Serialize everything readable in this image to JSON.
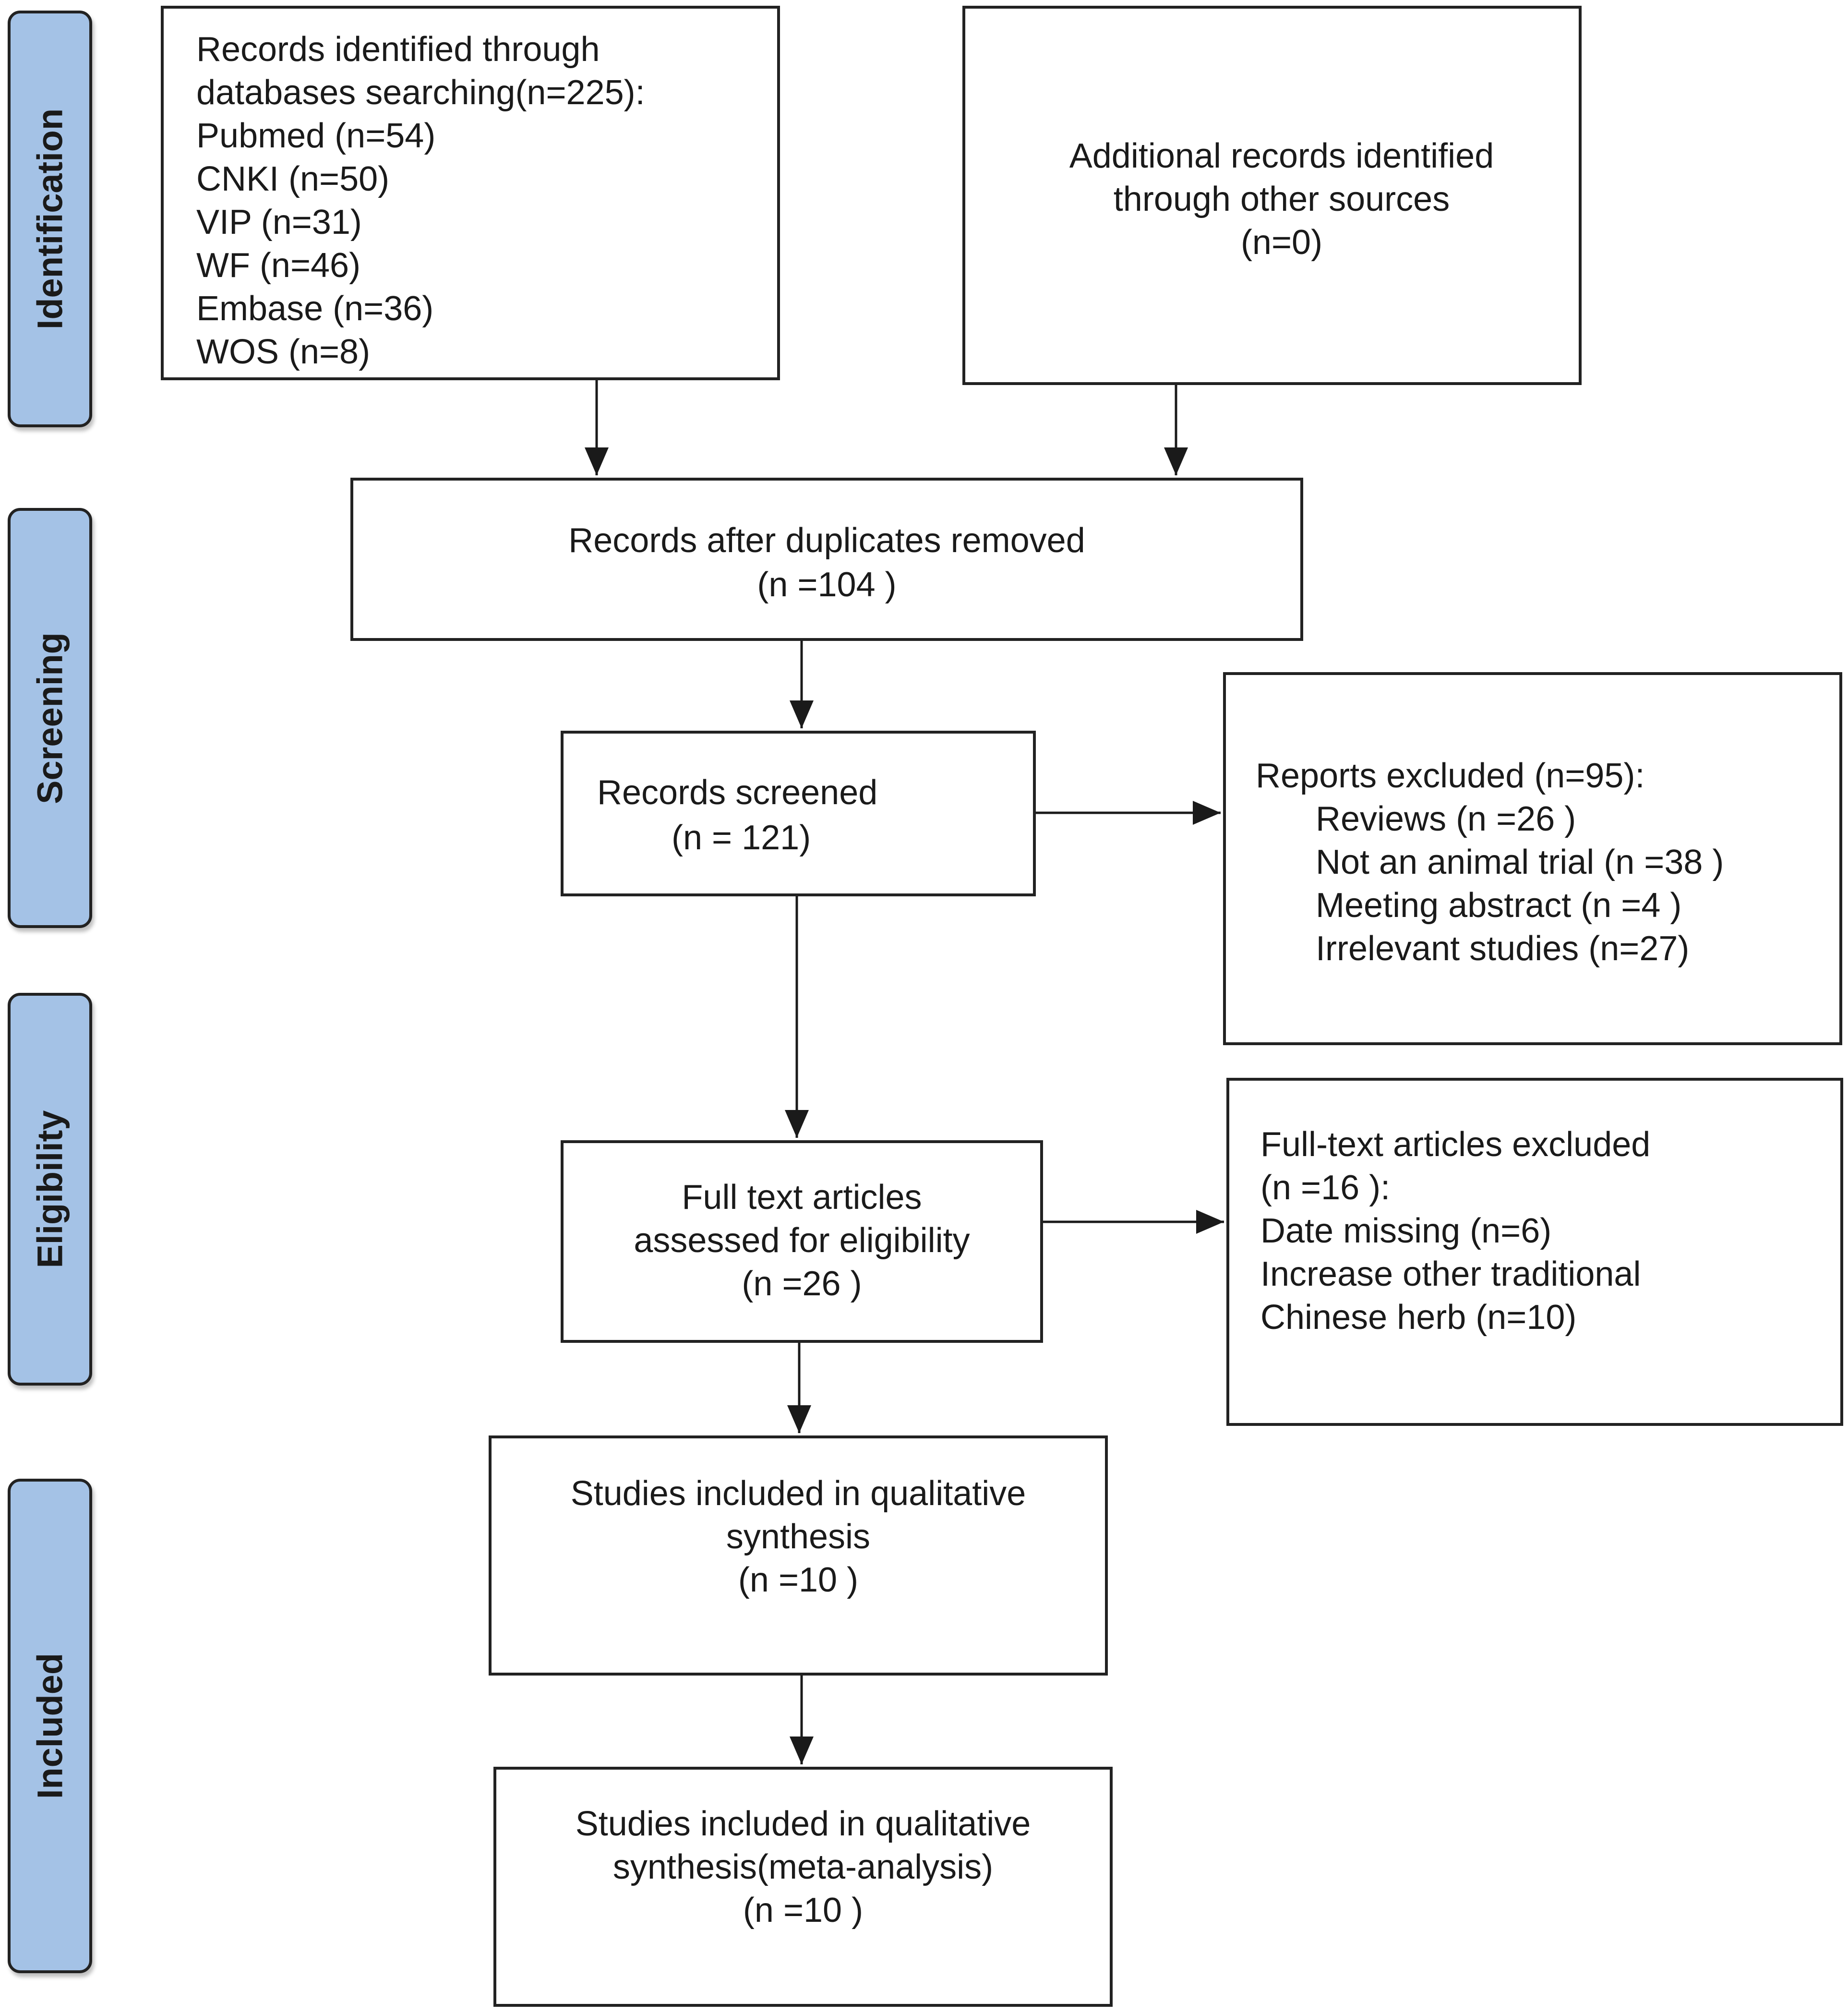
{
  "phases": {
    "identification": "Identification",
    "screening": "Screening",
    "eligibility": "Eligibility",
    "included": "Included"
  },
  "identification_box": {
    "line1": "Records identified through",
    "line2": "databases searching(n=225):",
    "sources": [
      "Pubmed (n=54)",
      "CNKI (n=50)",
      "VIP (n=31)",
      "WF (n=46)",
      "Embase (n=36)",
      "WOS (n=8)"
    ]
  },
  "additional_box": {
    "line1": "Additional records identified",
    "line2": "through other sources",
    "line3": "(n=0)"
  },
  "duplicates_box": {
    "line1": "Records after duplicates removed",
    "line2": "(n =104 )"
  },
  "screened_box": {
    "line1": "Records screened",
    "line2": "(n = 121)"
  },
  "reports_excluded_box": {
    "title": "Reports excluded (n=95):",
    "items": [
      "Reviews (n =26 )",
      "Not an animal trial (n =38 )",
      "Meeting abstract (n =4 )",
      "Irrelevant studies (n=27)"
    ]
  },
  "fulltext_box": {
    "line1": "Full text articles",
    "line2": "assessed for eligibility",
    "line3": "(n =26 )"
  },
  "fulltext_excluded_box": {
    "line1": "Full-text articles excluded",
    "line2": "(n =16 ):",
    "line3": "Date missing (n=6)",
    "line4": "Increase other traditional",
    "line5": "Chinese herb (n=10)"
  },
  "qualitative_box": {
    "line1": "Studies included in qualitative",
    "line2": "synthesis",
    "line3": "(n =10 )"
  },
  "meta_box": {
    "line1": "Studies included in qualitative",
    "line2": "synthesis(meta-analysis)",
    "line3": "(n =10 )"
  }
}
